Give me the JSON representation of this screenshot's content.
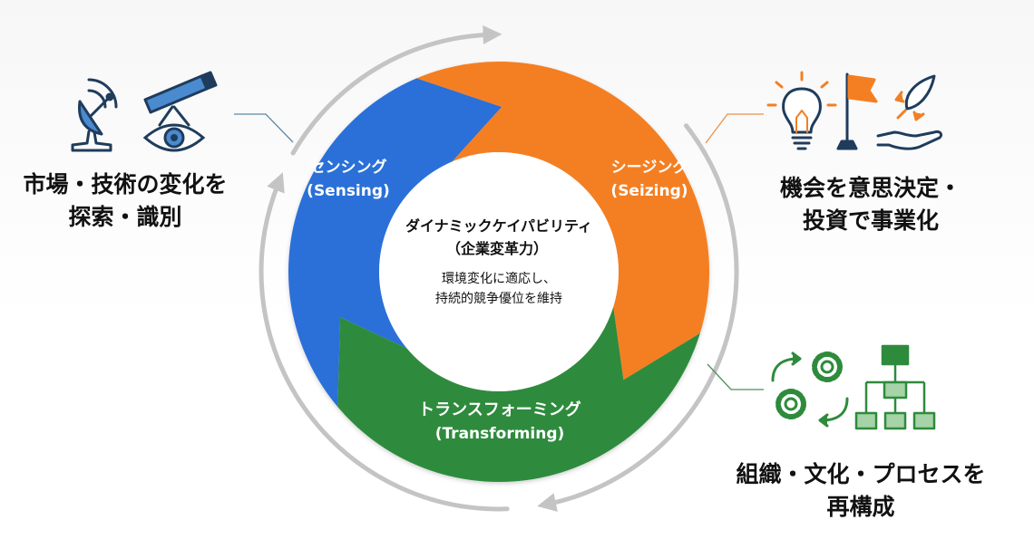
{
  "center": {
    "title": "ダイナミックケイパビリティ",
    "subtitle": "（企業変革力）",
    "desc_line1": "環境変化に適応し、",
    "desc_line2": "持続的競争優位を維持"
  },
  "segments": [
    {
      "id": "sensing",
      "name_ja": "センシング",
      "name_en": "(Sensing)",
      "color": "#2c6fd8"
    },
    {
      "id": "seizing",
      "name_ja": "シージング",
      "name_en": "(Seizing)",
      "color": "#f47f22"
    },
    {
      "id": "transforming",
      "name_ja": "トランスフォーミング",
      "name_en": "(Transforming)",
      "color": "#2e8b3c"
    }
  ],
  "side_labels": {
    "sensing": {
      "line1": "市場・技術の変化を",
      "line2": "探索・識別"
    },
    "seizing": {
      "line1": "機会を意思決定・",
      "line2": "投資で事業化"
    },
    "transforming": {
      "line1": "組織・文化・プロセスを",
      "line2": "再構成"
    }
  },
  "icons": {
    "sensing": [
      "radar-dish-icon",
      "telescope-icon",
      "eye-icon"
    ],
    "seizing": [
      "lightbulb-icon",
      "flag-icon",
      "rocket-hand-icon"
    ],
    "transforming": [
      "gears-cycle-icon",
      "org-chart-icon"
    ]
  },
  "colors": {
    "ring_arrow": "#c4c4c4",
    "icon_dark": "#1f3c5c",
    "icon_blue": "#4a8bd0",
    "icon_orange": "#f47f22",
    "icon_green": "#2e8b3c",
    "icon_green_light": "#a6d3a8"
  }
}
